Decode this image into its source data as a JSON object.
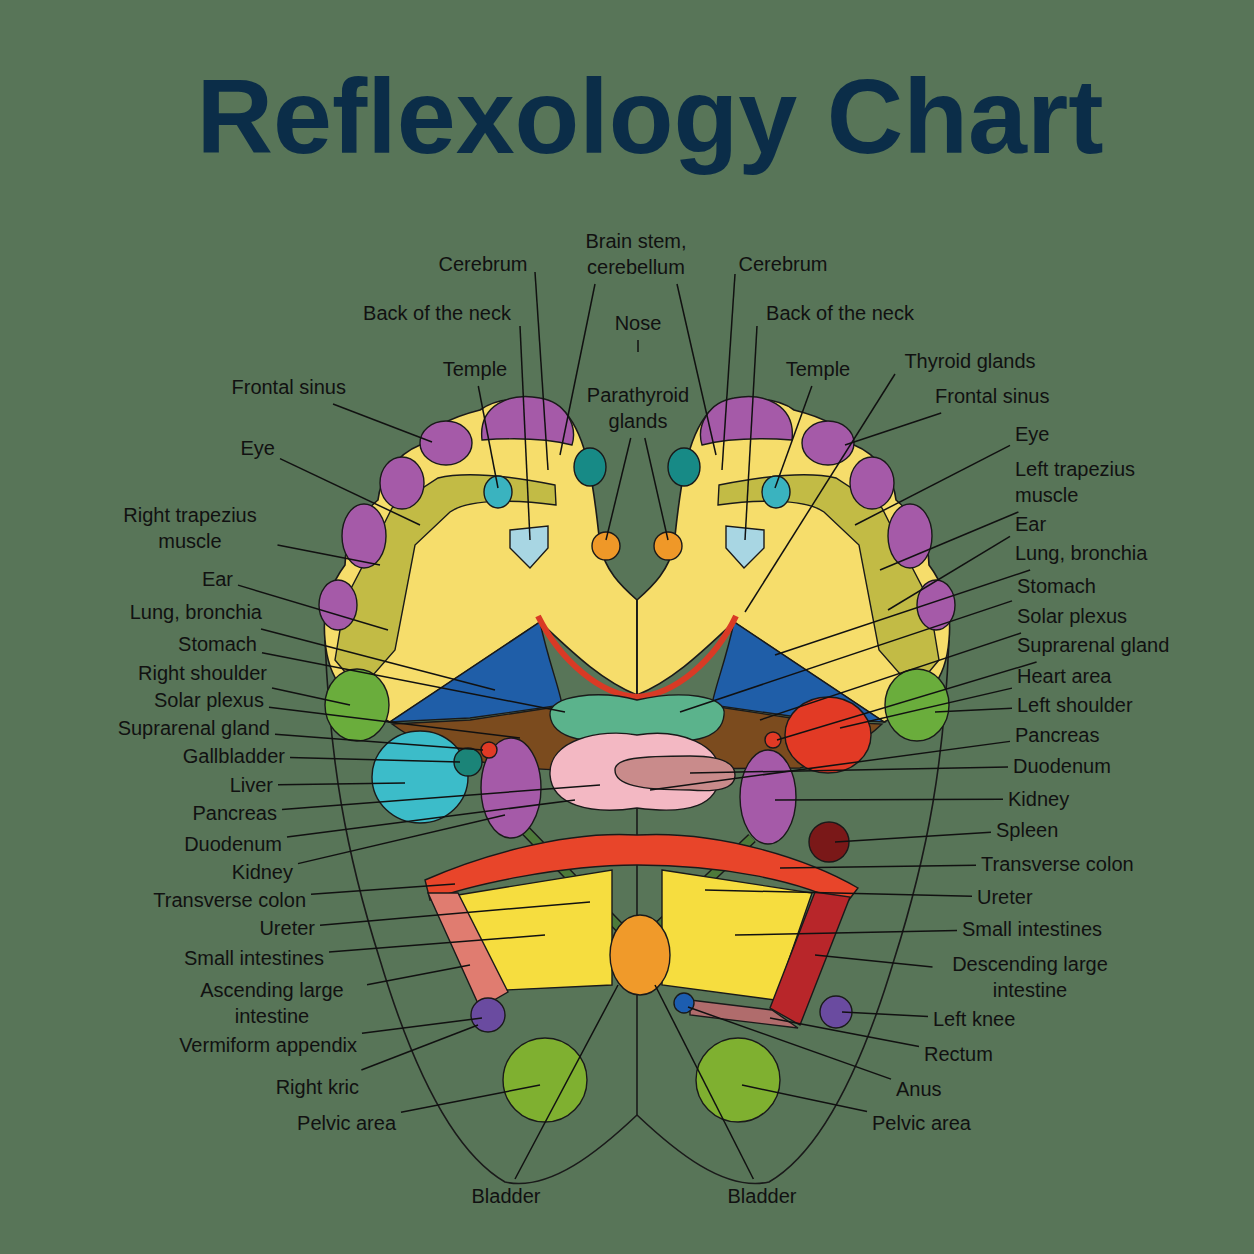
{
  "diagram": {
    "title": "Reflexology Chart",
    "labels": [
      "Cerebrum",
      "Brain stem, cerebellum",
      "Cerebrum",
      "Back of the neck",
      "Nose",
      "Back of the neck",
      "Temple",
      "Parathyroid glands",
      "Temple",
      "Thyroid glands",
      "Frontal sinus",
      "Eye",
      "Right trapezius muscle",
      "Ear",
      "Lung, bronchia",
      "Stomach",
      "Right shoulder",
      "Solar plexus",
      "Suprarenal gland",
      "Gallbladder",
      "Liver",
      "Pancreas",
      "Duodenum",
      "Kidney",
      "Transverse colon",
      "Ureter",
      "Small intestines",
      "Ascending large intestine",
      "Vermiform appendix",
      "Right kric",
      "Pelvic area",
      "Bladder",
      "Frontal sinus",
      "Eye",
      "Left trapezius muscle",
      "Ear",
      "Lung, bronchia",
      "Stomach",
      "Solar plexus",
      "Suprarenal gland",
      "Heart area",
      "Left shoulder",
      "Pancreas",
      "Duodenum",
      "Kidney",
      "Spleen",
      "Transverse colon",
      "Ureter",
      "Small intestines",
      "Descending large intestine",
      "Left knee",
      "Rectum",
      "Anus",
      "Pelvic area",
      "Bladder"
    ]
  }
}
